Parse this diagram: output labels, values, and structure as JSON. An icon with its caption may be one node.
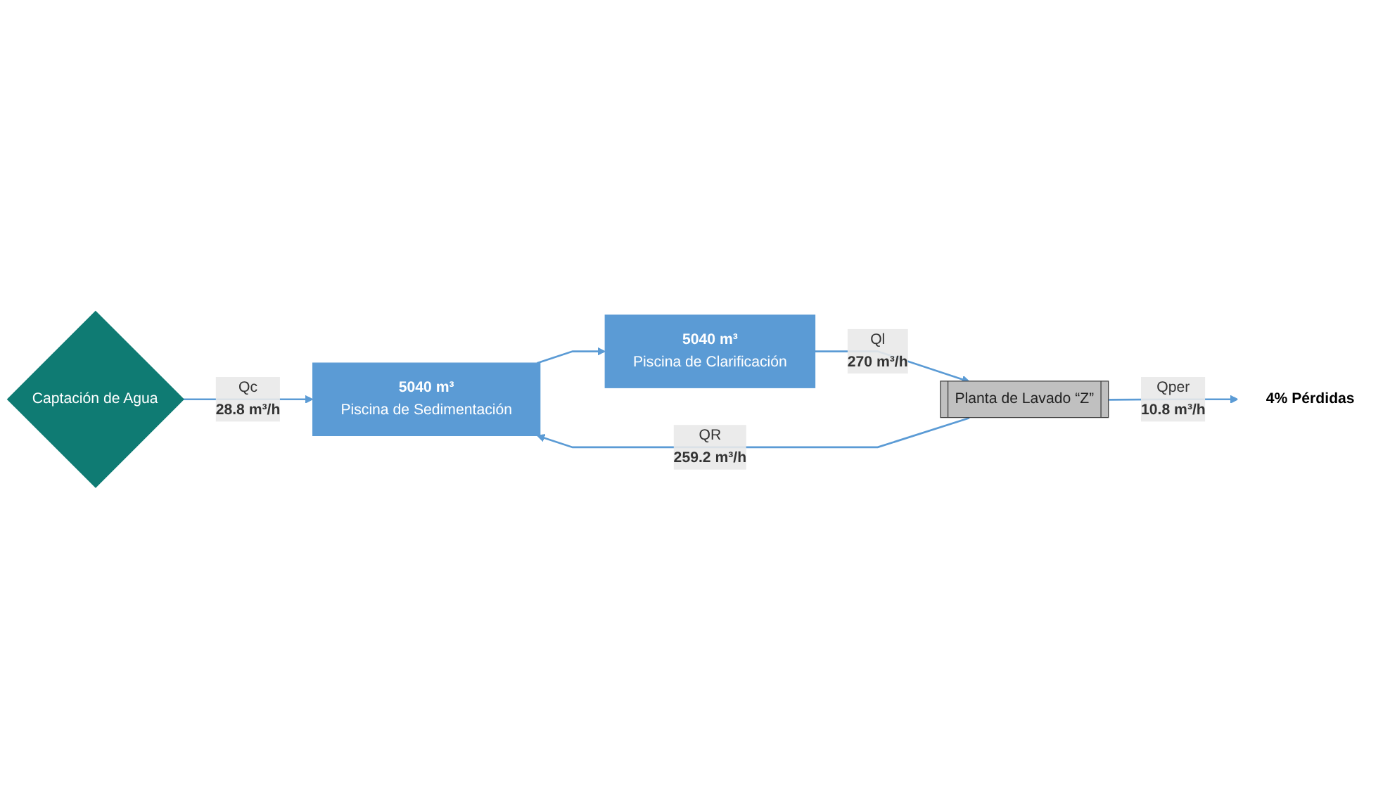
{
  "diagram": {
    "nodes": [
      {
        "text": [
          "Captación de Agua"
        ]
      },
      {
        "text": [
          "5040 m³",
          "Piscina de Sedimentación"
        ]
      },
      {
        "text": [
          "5040 m³",
          "Piscina de Clarificación"
        ]
      },
      {
        "text": [
          "Planta de Lavado “Z”"
        ]
      },
      {
        "text": [
          "4% Pérdidas"
        ]
      }
    ],
    "edges": [
      {
        "from": 0,
        "to": 1,
        "arrow": "to",
        "label": "Qc"
      },
      {
        "from": 1,
        "to": 2,
        "arrow": "to"
      },
      {
        "from": 2,
        "to": 3,
        "arrow": "to",
        "label": "Ql"
      },
      {
        "from": 3,
        "to": 1,
        "arrow": "to",
        "label": "QR"
      },
      {
        "from": 3,
        "to": 4,
        "arrow": "to",
        "label": "Qper"
      }
    ],
    "labels": [
      "28.8 m³/h",
      "270 m³/h",
      "259.2 m³/h",
      "10.8 m³/h"
    ]
  }
}
